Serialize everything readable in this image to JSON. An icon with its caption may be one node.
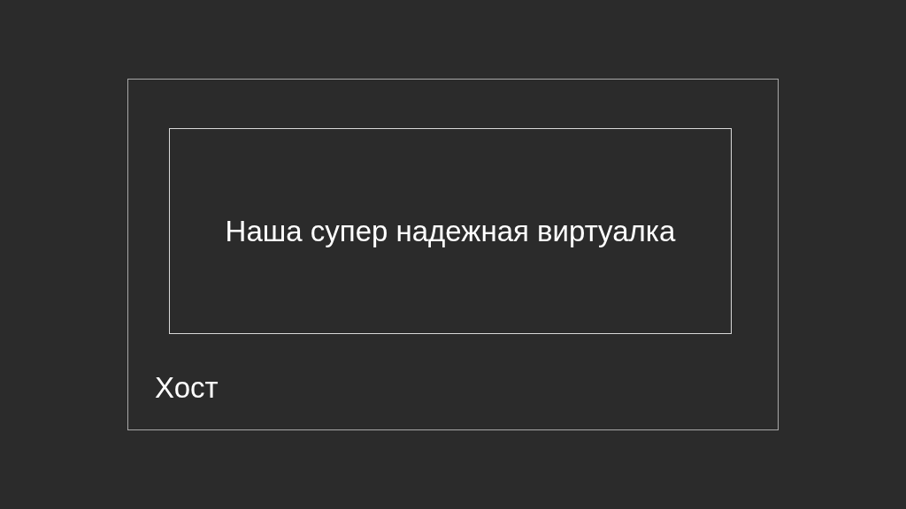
{
  "diagram": {
    "nodes": [
      {
        "text": [
          "Хост"
        ]
      },
      {
        "text": [
          "Наша супер надежная виртуалка"
        ],
        "in": 0
      }
    ]
  }
}
